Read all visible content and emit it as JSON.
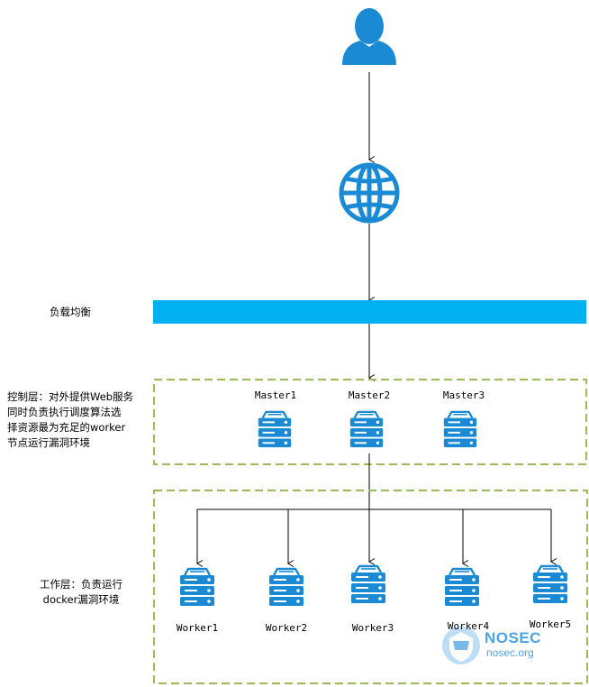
{
  "diagram": {
    "load_balancer_label": "负载均衡",
    "control_layer_label_lines": [
      "控制层：对外提供Web服务",
      "同时负责执行调度算法选",
      "择资源最为充足的worker",
      "节点运行漏洞环境"
    ],
    "worker_layer_label_lines": [
      "工作层：负责运行",
      "docker漏洞环境"
    ],
    "masters": [
      "Master1",
      "Master2",
      "Master3"
    ],
    "workers": [
      "Worker1",
      "Worker2",
      "Worker3",
      "Worker4",
      "Worker5"
    ],
    "icons": {
      "user": "user-icon",
      "internet": "globe-icon",
      "server": "server-icon"
    },
    "colors": {
      "accent": "#1a8ad4",
      "load_balancer": "#00b0f0",
      "dashed_border": "#9bbb59"
    }
  },
  "watermark": {
    "brand": "NOSEC",
    "domain": "nosec.org"
  }
}
